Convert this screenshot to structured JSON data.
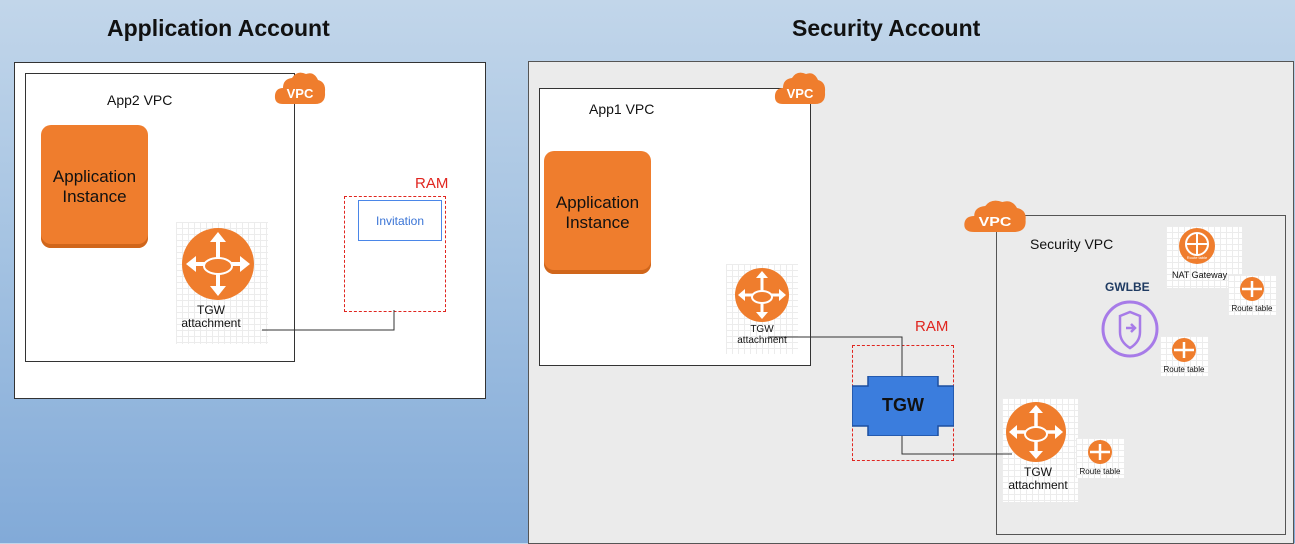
{
  "app_account": {
    "title": "Application Account",
    "vpc_label": "App2 VPC",
    "vpc_badge": "VPC",
    "instance_line1": "Application",
    "instance_line2": "Instance",
    "tgw_attachment_line1": "TGW",
    "tgw_attachment_line2": "attachment",
    "ram_label": "RAM",
    "invitation": "Invitation"
  },
  "security_account": {
    "title": "Security Account",
    "app1_vpc_label": "App1 VPC",
    "vpc_badge": "VPC",
    "instance_line1": "Application",
    "instance_line2": "Instance",
    "tgw_attachment_line1": "TGW",
    "tgw_attachment_line2": "attachment",
    "ram_label": "RAM",
    "tgw_label": "TGW",
    "security_vpc_label": "Security VPC",
    "security_vpc_badge": "VPC",
    "nat_gateway_label": "NAT Gateway",
    "nat_inner_label": "Route table",
    "gwlbe_label": "GWLBE",
    "route_table_1": "Route table",
    "route_table_2": "Route table",
    "route_table_3": "Route table",
    "sec_tgw_attachment_line1": "TGW",
    "sec_tgw_attachment_line2": "attachment"
  },
  "colors": {
    "aws_orange": "#ef7d2d",
    "tgw_blue": "#3b7ddd",
    "ram_red": "#e0251f",
    "gwlbe_purple": "#a77be8"
  }
}
